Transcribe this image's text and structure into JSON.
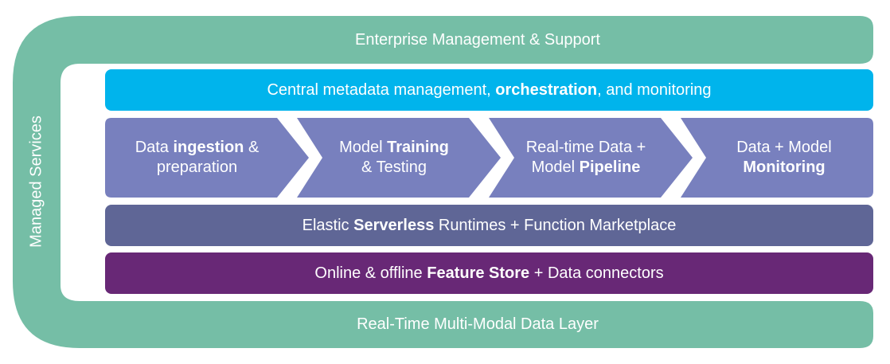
{
  "top_bar": {
    "label": "Enterprise Management & Support"
  },
  "bottom_bar": {
    "label": "Real-Time Multi-Modal Data Layer"
  },
  "side_label": "Managed Services",
  "metadata_bar": {
    "pre": "Central metadata management, ",
    "bold": "orchestration",
    "post": ", and monitoring"
  },
  "steps": [
    {
      "line1_pre": "Data ",
      "line1_bold": "ingestion",
      "line1_post": " &",
      "line2_pre": "preparation",
      "line2_bold": ""
    },
    {
      "line1_pre": "Model ",
      "line1_bold": "Training",
      "line1_post": "",
      "line2_pre": "& Testing",
      "line2_bold": ""
    },
    {
      "line1_pre": "Real-time Data +",
      "line1_bold": "",
      "line1_post": "",
      "line2_pre": "Model ",
      "line2_bold": "Pipeline"
    },
    {
      "line1_pre": "Data + Model",
      "line1_bold": "",
      "line1_post": "",
      "line2_pre": "",
      "line2_bold": "Monitoring"
    }
  ],
  "serverless_bar": {
    "pre": "Elastic ",
    "bold": "Serverless",
    "post": " Runtimes + Function Marketplace"
  },
  "feature_bar": {
    "pre": "Online & offline ",
    "bold": "Feature Store",
    "post": " + Data connectors"
  },
  "colors": {
    "frame": "#75bea6",
    "metadata": "#00b4ec",
    "steps": "#7880be",
    "serverless": "#5f6696",
    "feature": "#682876"
  }
}
